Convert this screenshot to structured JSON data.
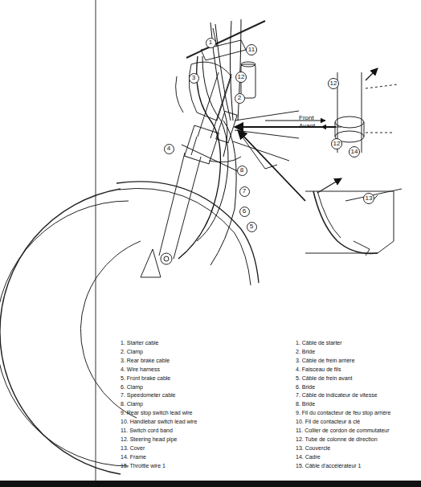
{
  "diagram": {
    "nodes": [
      {
        "text": [
          "1"
        ]
      },
      {
        "text": [
          "11"
        ]
      },
      {
        "text": [
          "12"
        ]
      },
      {
        "text": [
          "3"
        ]
      },
      {
        "text": [
          "2"
        ]
      },
      {
        "text": [
          "4"
        ]
      },
      {
        "text": [
          "8"
        ]
      },
      {
        "text": [
          "7"
        ]
      },
      {
        "text": [
          "6"
        ]
      },
      {
        "text": [
          "5"
        ]
      },
      {
        "text": [
          "12"
        ]
      },
      {
        "text": [
          "12"
        ]
      },
      {
        "text": [
          "14"
        ]
      },
      {
        "text": [
          "13"
        ]
      }
    ],
    "labels": [
      "Front",
      "Avant",
      "1. Starter cable",
      "2. Clamp",
      "3. Rear brake cable",
      "4. Wire harness",
      "5. Front brake cable",
      "6. Clamp",
      "7. Speedometer cable",
      "8. Clamp",
      "9. Rear stop switch lead wire",
      "10. Handlebar switch lead wire",
      "11. Switch cord band",
      "12. Steering head pipe",
      "13. Cover",
      "14. Frame",
      "15. Throttle wire 1",
      "1. Câble de starter",
      "2. Bride",
      "3. Câble de frein arrière",
      "4. Faisceau de fils",
      "5. Câble de frein avant",
      "6. Bride",
      "7. Câble de indicateur de vitesse",
      "8. Bride",
      "9. Fil du contacteur de feu stop arrière",
      "10. Fil de contacteur à clé",
      "11. Collier de cordon de commutateur",
      "12. Tube de colonne de direction",
      "13. Couvercle",
      "14. Cadre",
      "15. Câble d'accélérateur 1"
    ]
  }
}
